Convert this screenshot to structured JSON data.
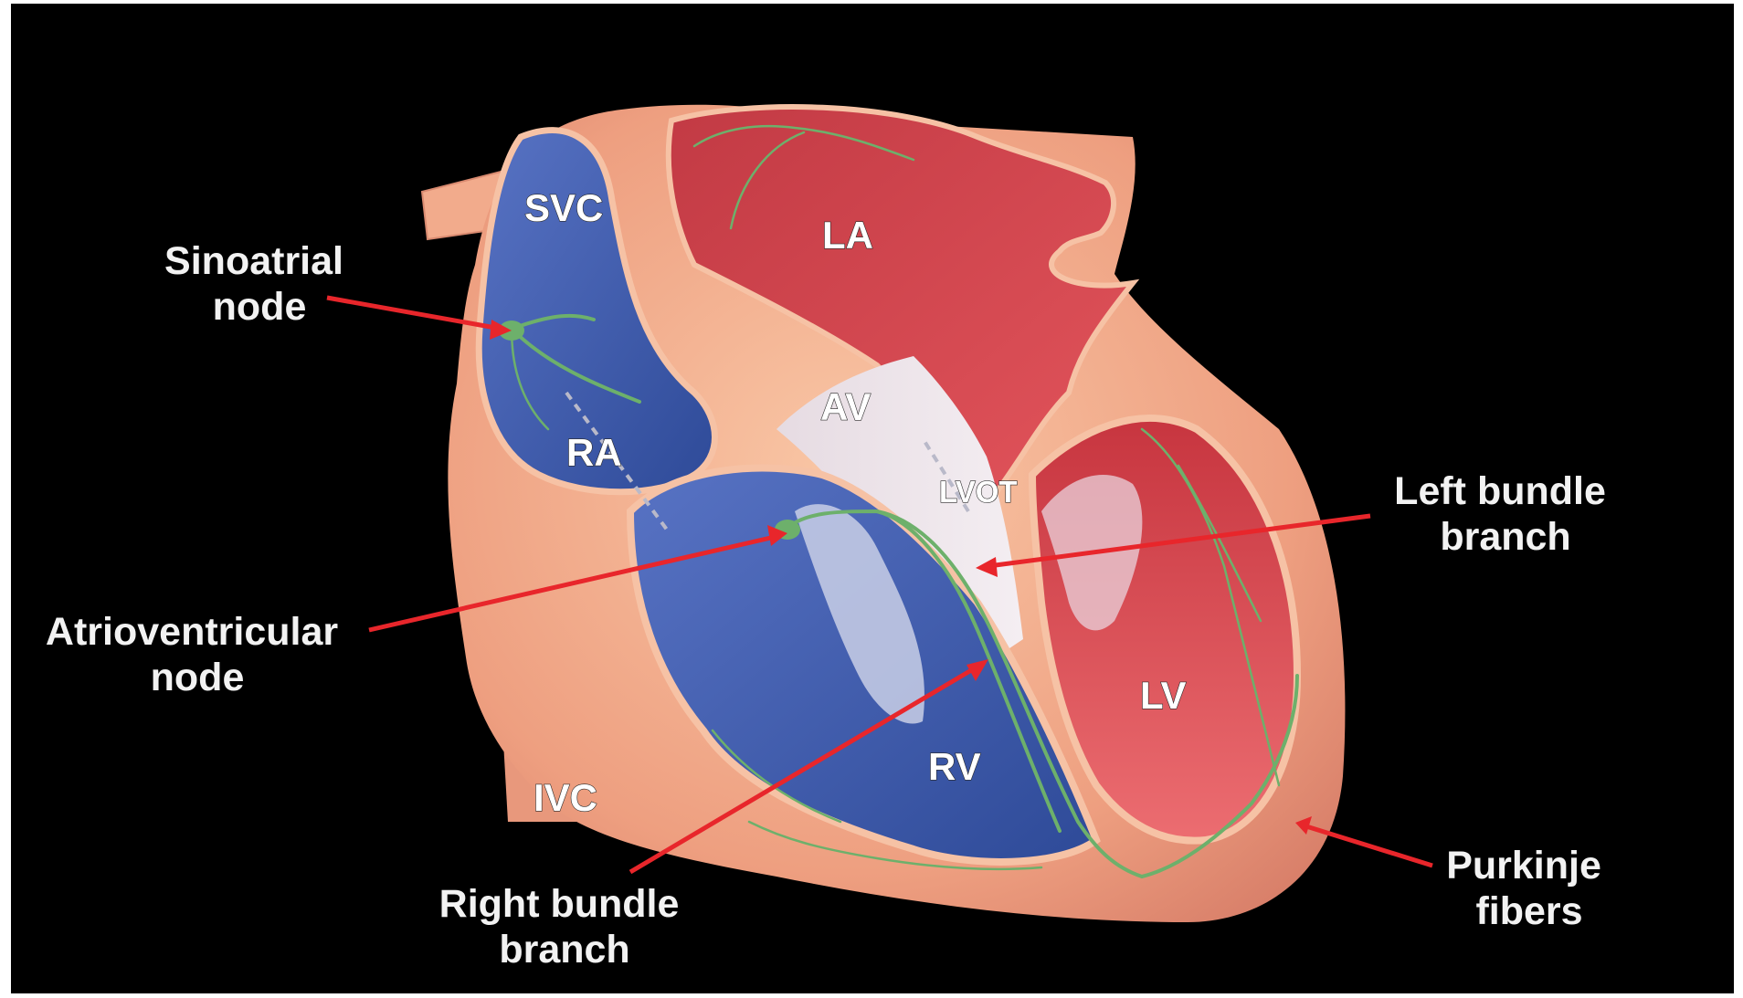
{
  "callouts": {
    "sinoatrial_node": [
      "Sinoatrial",
      "node"
    ],
    "atrioventricular_node": [
      "Atrioventricular",
      "node"
    ],
    "left_bundle_branch": [
      "Left bundle",
      "branch"
    ],
    "right_bundle_branch": [
      "Right bundle",
      "branch"
    ],
    "purkinje_fibers": [
      "Purkinje",
      "fibers"
    ]
  },
  "regions": {
    "svc": "SVC",
    "la": "LA",
    "av": "AV",
    "ra": "RA",
    "lvot": "LVOT",
    "lv": "LV",
    "rv": "RV",
    "ivc": "IVC"
  },
  "colors": {
    "background": "#000000",
    "outer_wall": "#f0a383",
    "wall_light": "#f7c9a8",
    "right_heart_blood": "#3f5fae",
    "left_heart_blood": "#d8474f",
    "conduction": "#6db06b",
    "arrow": "#e8262b"
  }
}
